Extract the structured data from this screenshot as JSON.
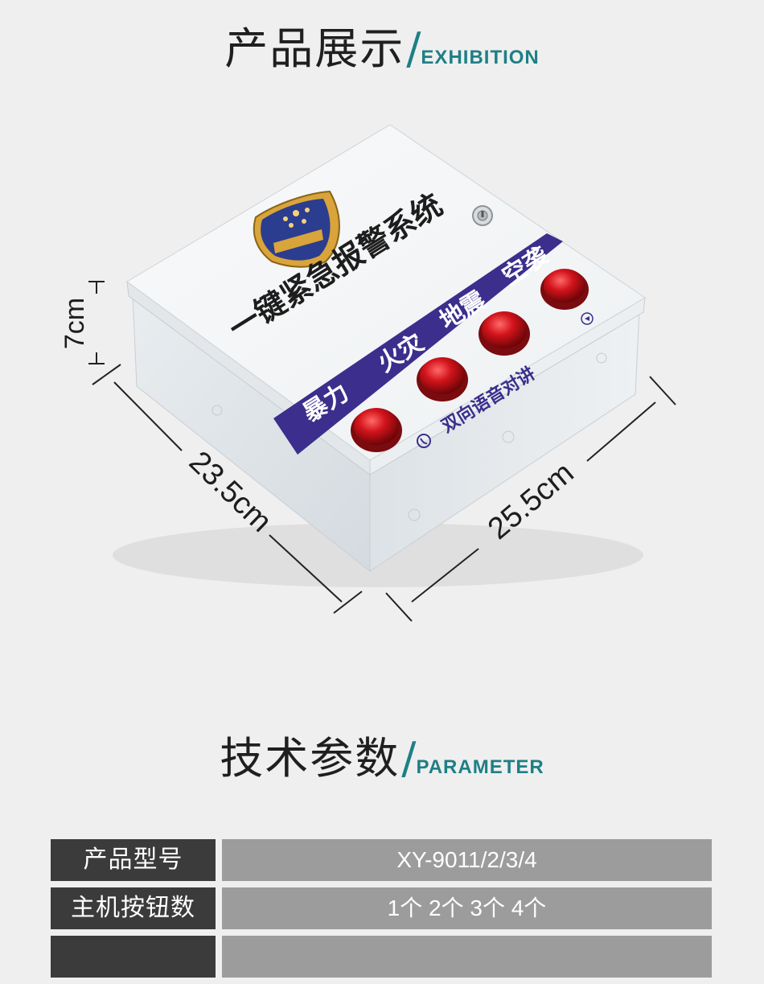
{
  "exhibition": {
    "title_cn": "产品展示",
    "slash": "/",
    "title_en": "EXHIBITION"
  },
  "product": {
    "panel_title": "一键紧急报警系统",
    "labels": [
      "暴力",
      "火灾",
      "地震",
      "空袭"
    ],
    "intercom_text": "双向语音对讲",
    "button_count_shown": 4,
    "button_color": "#c81820",
    "band_color": "#3b2e8c",
    "lid_color": "#f4f6f7",
    "body_color": "#e6eaed"
  },
  "dimensions": {
    "height": "7cm",
    "depth": "23.5cm",
    "width": "25.5cm"
  },
  "parameter": {
    "title_cn": "技术参数",
    "slash": "/",
    "title_en": "PARAMETER"
  },
  "params": [
    {
      "label": "产品型号",
      "value": "XY-9011/2/3/4"
    },
    {
      "label": "主机按钮数",
      "value": "1个 2个 3个 4个"
    }
  ],
  "colors": {
    "accent": "#1e7f86",
    "label_bg": "#3b3b3b",
    "value_bg": "#9c9c9c",
    "page_bg": "#efefef"
  }
}
